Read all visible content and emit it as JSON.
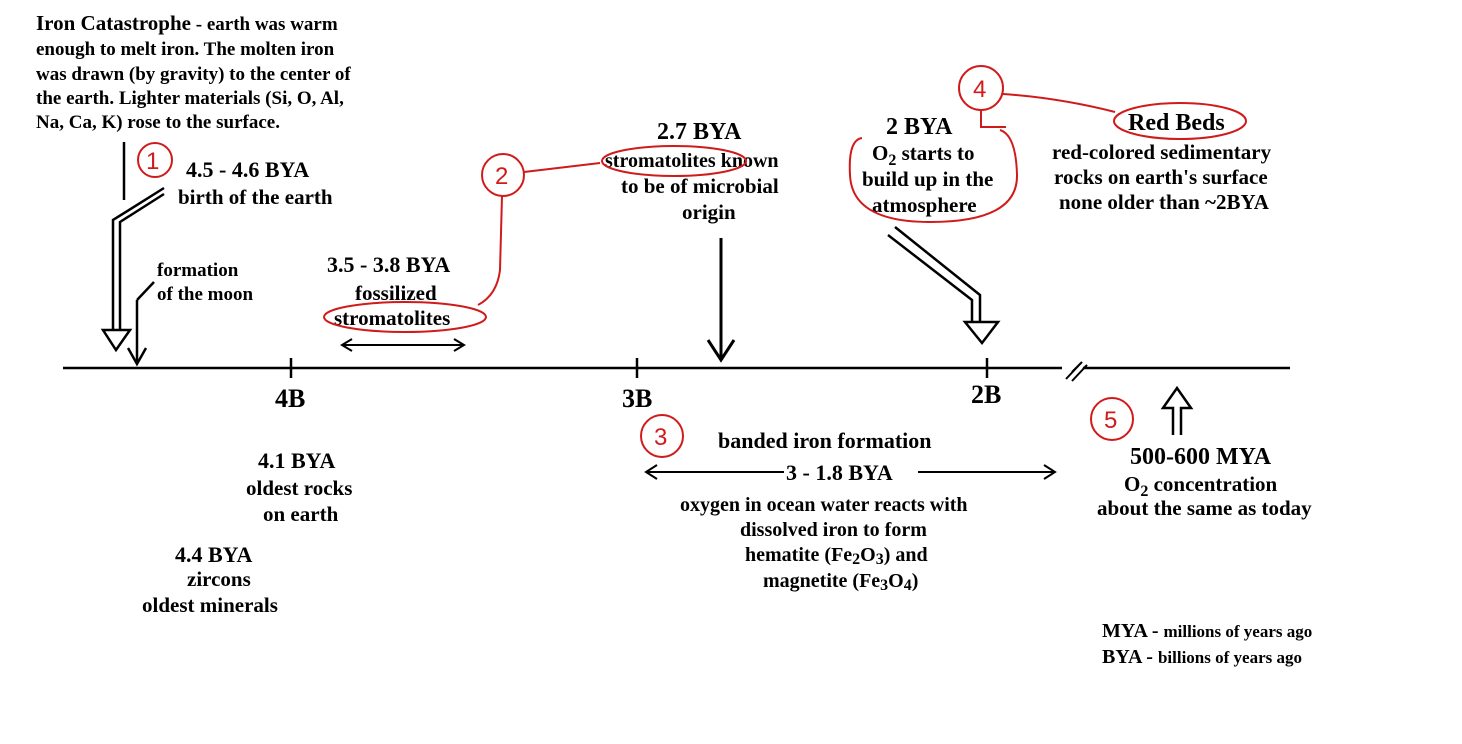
{
  "timeline": {
    "ticks": [
      {
        "label": "4B"
      },
      {
        "label": "3B"
      },
      {
        "label": "2B"
      }
    ]
  },
  "iron": {
    "title": "Iron Catastrophe",
    "line1": " - earth was warm",
    "line2": "enough to melt iron.  The molten iron",
    "line3": "was drawn (by gravity) to the center of",
    "line4": "the earth.  Lighter materials (Si, O, Al,",
    "line5": "Na, Ca, K) rose to the surface."
  },
  "event1": {
    "number": "1",
    "date": "4.5 - 4.6 BYA",
    "desc": "birth of the earth"
  },
  "moon": {
    "line1": "formation",
    "line2": "of the moon"
  },
  "fossil": {
    "date": "3.5 - 3.8 BYA",
    "line1": "fossilized",
    "line2": "stromatolites"
  },
  "event2": {
    "number": "2"
  },
  "event27": {
    "date": "2.7 BYA",
    "line1a": "stromatolites",
    "line1b": " known",
    "line2": "to be of microbial",
    "line3": "origin"
  },
  "event4": {
    "number": "4",
    "date": "2 BYA",
    "o2": "O",
    "sub2": "2",
    "line1": " starts to",
    "line2": "build up in the",
    "line3": "atmosphere"
  },
  "redbeds": {
    "title": "Red Beds",
    "line1": "red-colored sedimentary",
    "line2": "rocks on earth's surface",
    "line3": "none older than ~2BYA"
  },
  "rocks41": {
    "date": "4.1 BYA",
    "line1": "oldest rocks",
    "line2": "on earth"
  },
  "zircons": {
    "date": "4.4 BYA",
    "line1": "zircons",
    "line2": "oldest minerals"
  },
  "event3": {
    "number": "3",
    "title": "banded iron formation",
    "range": "3 - 1.8 BYA",
    "line1": "oxygen in ocean water reacts with",
    "line2": "dissolved iron to form",
    "line3a": "hematite (Fe",
    "line3b": "2",
    "line3c": "O",
    "line3d": "3",
    "line3e": ") and",
    "line4a": "magnetite (Fe",
    "line4b": "3",
    "line4c": "O",
    "line4d": "4",
    "line4e": ")"
  },
  "event5": {
    "number": "5",
    "date": "500-600 MYA",
    "o2": "O",
    "sub2": "2",
    "line1": " concentration",
    "line2": "about the same as today"
  },
  "legend": {
    "mya_key": "MYA - ",
    "mya_val": "millions of years ago",
    "bya_key": "BYA -  ",
    "bya_val": "billions of years ago"
  }
}
